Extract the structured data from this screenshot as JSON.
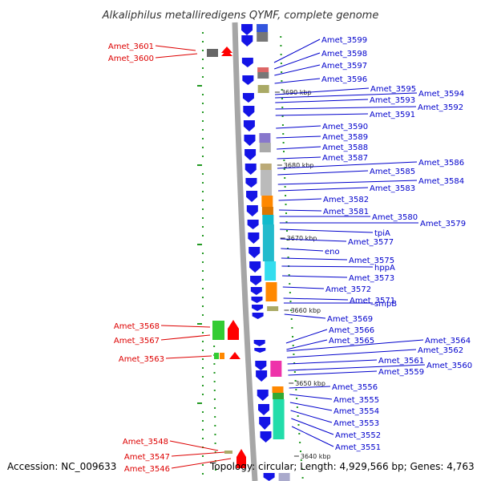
{
  "title": "Alkaliphilus metalliredigens QYMF, complete genome",
  "footer": {
    "accession": "Accession: NC_009633",
    "topology": "Topology: circular; Length: 4,929,566 bp; Genes: 4,763"
  },
  "colors": {
    "forward_label": "#0000cc",
    "reverse_label": "#dd0000",
    "forward_gene": "#1414e6",
    "reverse_gene": "#ff0000",
    "backbone": "#999999",
    "gc_tick": "#229922"
  },
  "scale_marks": [
    "3690 kbp",
    "3680 kbp",
    "3670 kbp",
    "3660 kbp",
    "3650 kbp",
    "3640 kbp"
  ],
  "forward_labels": [
    "Amet_3599",
    "Amet_3598",
    "Amet_3597",
    "Amet_3596",
    "Amet_3595",
    "Amet_3594",
    "Amet_3593",
    "Amet_3592",
    "Amet_3591",
    "Amet_3590",
    "Amet_3589",
    "Amet_3588",
    "Amet_3587",
    "Amet_3586",
    "Amet_3585",
    "Amet_3584",
    "Amet_3583",
    "Amet_3582",
    "Amet_3581",
    "Amet_3580",
    "Amet_3579",
    "tpiA",
    "Amet_3577",
    "eno",
    "Amet_3575",
    "hppA",
    "Amet_3573",
    "Amet_3572",
    "Amet_3571",
    "smpB",
    "Amet_3569",
    "Amet_3566",
    "Amet_3565",
    "Amet_3564",
    "Amet_3562",
    "Amet_3561",
    "Amet_3560",
    "Amet_3559",
    "Amet_3556",
    "Amet_3555",
    "Amet_3554",
    "Amet_3553",
    "Amet_3552",
    "Amet_3551"
  ],
  "reverse_labels": [
    "Amet_3601",
    "Amet_3600",
    "Amet_3568",
    "Amet_3567",
    "Amet_3563",
    "Amet_3548",
    "Amet_3547",
    "Amet_3546"
  ]
}
